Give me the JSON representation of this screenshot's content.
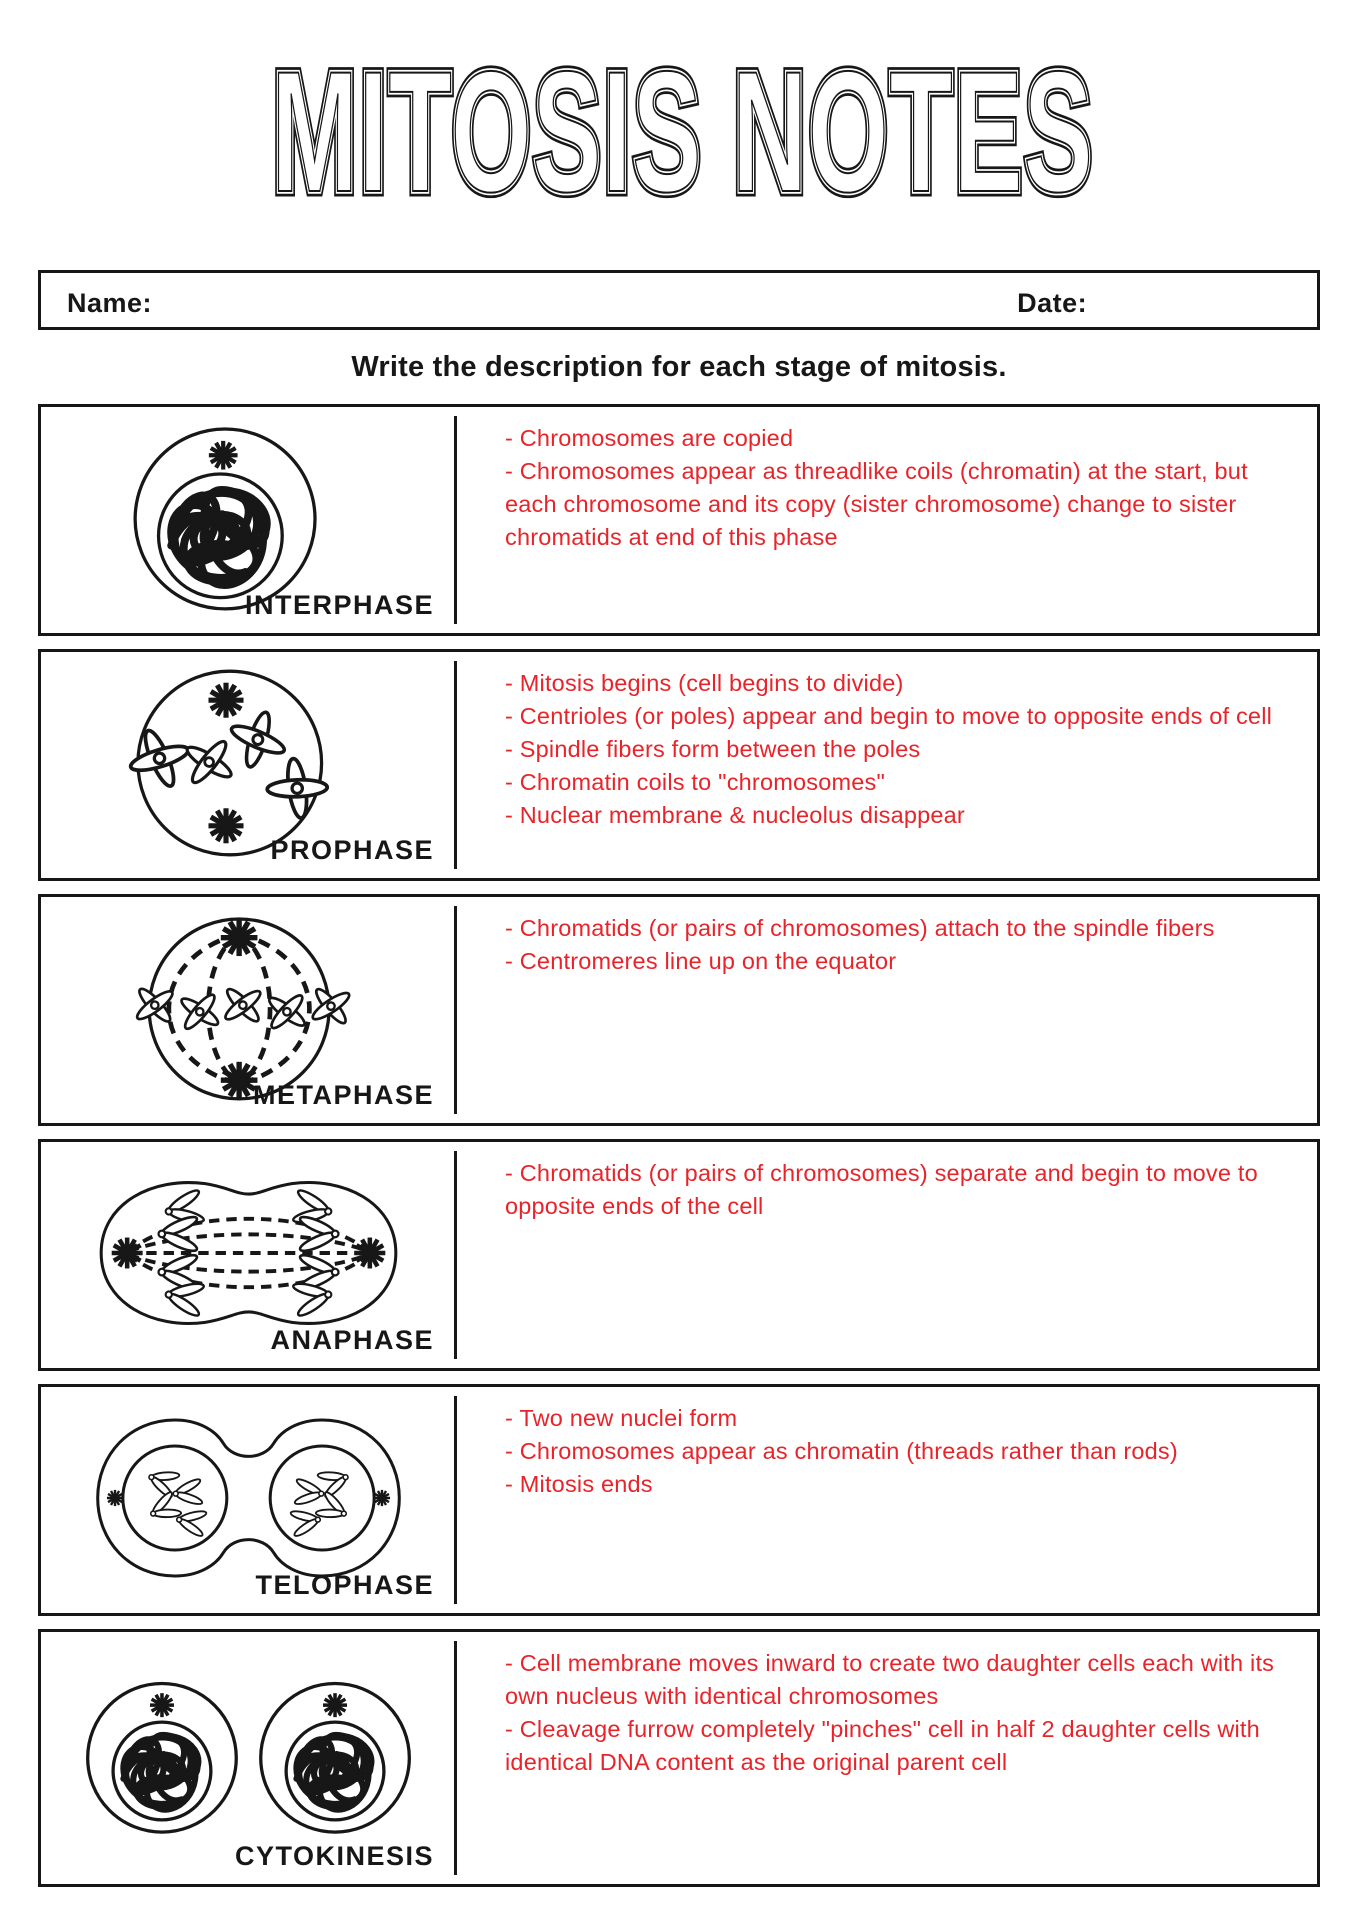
{
  "title": "MITOSIS NOTES",
  "meta": {
    "name_label": "Name:",
    "date_label": "Date:"
  },
  "instruction": "Write the description for each stage of mitosis.",
  "accent_color": "#e8242a",
  "ink_color": "#171717",
  "stages": [
    {
      "label": "INTERPHASE",
      "notes": [
        "- Chromosomes are copied",
        "- Chromosomes appear as threadlike coils (chromatin) at the start, but each chromosome and its copy (sister chromosome) change to sister chromatids at end of this phase"
      ]
    },
    {
      "label": "PROPHASE",
      "notes": [
        "- Mitosis begins (cell begins to divide)",
        "- Centrioles (or poles) appear and begin to move to opposite ends of cell",
        "- Spindle fibers form between the poles",
        "- Chromatin coils to \"chromosomes\"",
        "- Nuclear membrane & nucleolus disappear"
      ]
    },
    {
      "label": "METAPHASE",
      "notes": [
        "- Chromatids (or pairs of chromosomes) attach to the spindle fibers",
        "- Centromeres line up on the equator"
      ]
    },
    {
      "label": "ANAPHASE",
      "notes": [
        "- Chromatids (or pairs of chromosomes) separate and begin to move to opposite ends of the cell"
      ]
    },
    {
      "label": "TELOPHASE",
      "notes": [
        "- Two new nuclei form",
        "- Chromosomes appear as chromatin (threads rather than rods)",
        "- Mitosis ends"
      ]
    },
    {
      "label": "CYTOKINESIS",
      "notes": [
        "- Cell membrane moves inward to create two daughter cells each with its own nucleus with identical chromosomes",
        "- Cleavage furrow completely \"pinches\" cell in half 2 daughter cells with identical DNA content as the original parent cell"
      ]
    }
  ]
}
